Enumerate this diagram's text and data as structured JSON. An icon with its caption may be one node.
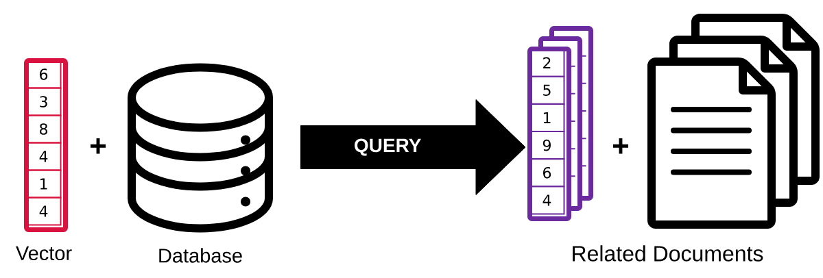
{
  "diagram": {
    "nodes": [
      {
        "text": [
          "6",
          "3",
          "8",
          "4",
          "1",
          "4"
        ],
        "beside": [
          "Vector"
        ]
      },
      {
        "text": [],
        "shape": "cylinder",
        "beside": [
          "Database"
        ]
      },
      {
        "text": [
          "2",
          "5",
          "1",
          "9",
          "6",
          "4"
        ]
      },
      {
        "text": [],
        "shape": "document"
      }
    ],
    "edges": [
      {
        "from": 1,
        "to": 2,
        "arrow": "to",
        "label": "QUERY",
        "style": "thick"
      }
    ],
    "labels": [
      "+",
      "+",
      "Related Documents"
    ]
  }
}
